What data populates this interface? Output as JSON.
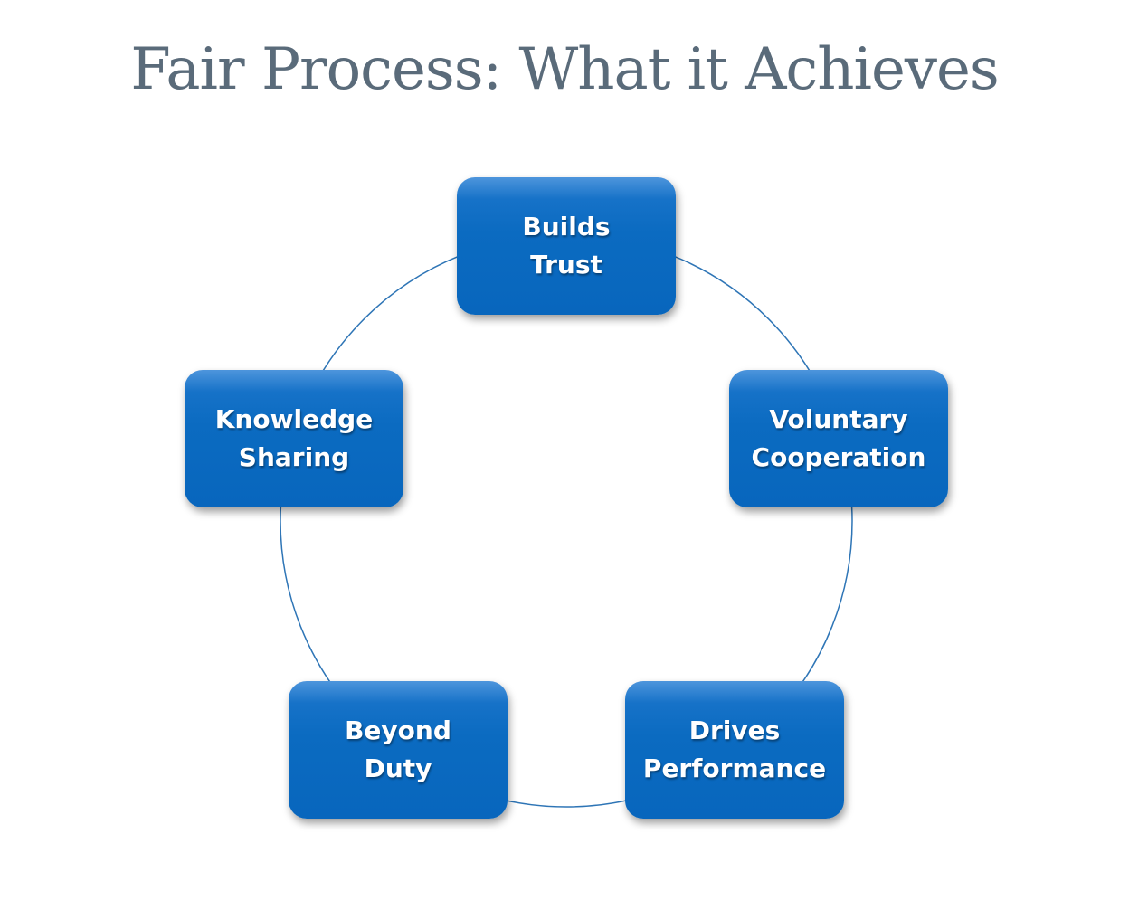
{
  "title": "Fair Process: What it Achieves",
  "colors": {
    "title": "#5a6b7a",
    "node_fill": "#0866bd",
    "node_highlight": "#4d95dc",
    "ring": "#2e75b6",
    "node_text": "#ffffff"
  },
  "nodes": [
    {
      "id": "builds-trust",
      "label": "Builds\nTrust"
    },
    {
      "id": "voluntary-cooperation",
      "label": "Voluntary\nCooperation"
    },
    {
      "id": "drives-performance",
      "label": "Drives\nPerformance"
    },
    {
      "id": "beyond-duty",
      "label": "Beyond\nDuty"
    },
    {
      "id": "knowledge-sharing",
      "label": "Knowledge\nSharing"
    }
  ]
}
